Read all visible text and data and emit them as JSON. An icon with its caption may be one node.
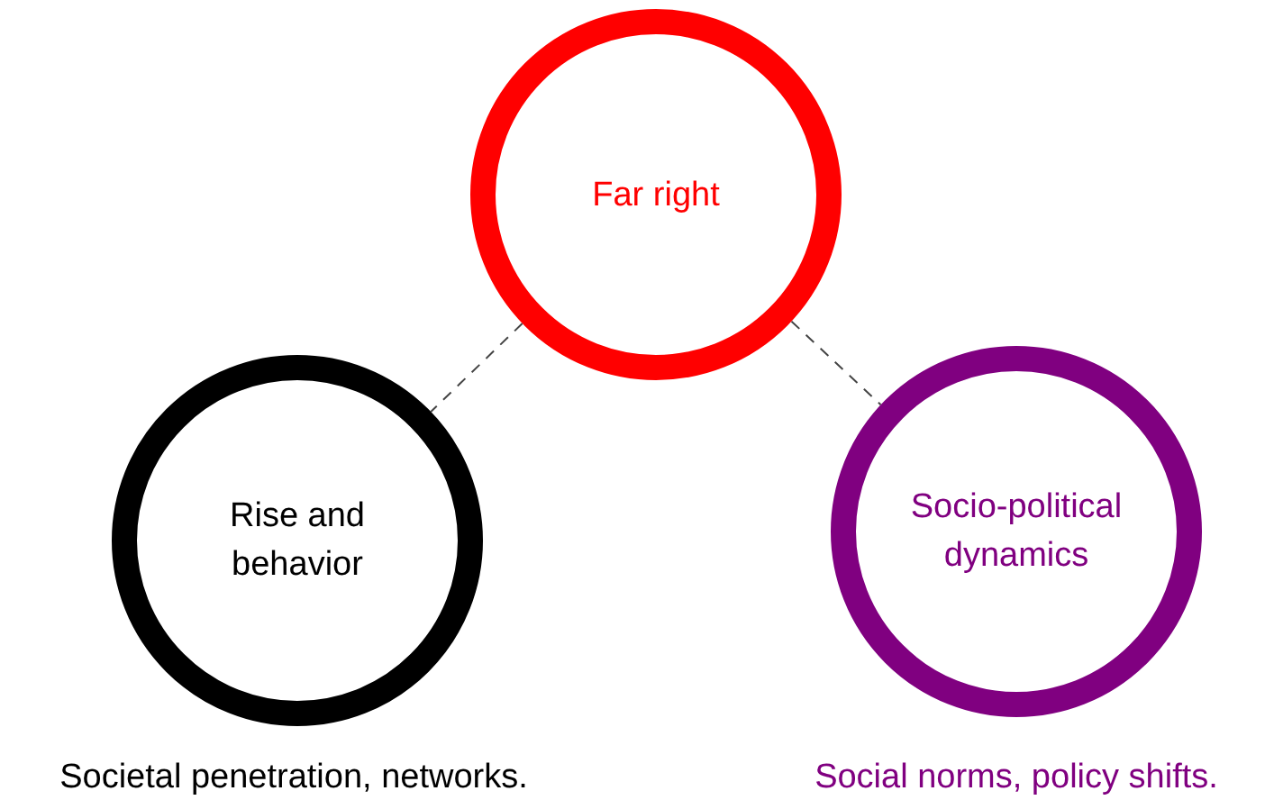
{
  "diagram": {
    "nodes": [
      {
        "text": [
          "Far right"
        ]
      },
      {
        "text": [
          "Rise and behavior"
        ],
        "beside": [
          "Societal penetration, networks."
        ]
      },
      {
        "text": [
          "Socio-political dynamics"
        ],
        "beside": [
          "Social norms, policy shifts."
        ]
      }
    ],
    "edges": [
      {
        "from": 0,
        "to": 1,
        "arrow": "none",
        "style": "dashed"
      },
      {
        "from": 0,
        "to": 2,
        "arrow": "none",
        "style": "dashed"
      }
    ]
  }
}
